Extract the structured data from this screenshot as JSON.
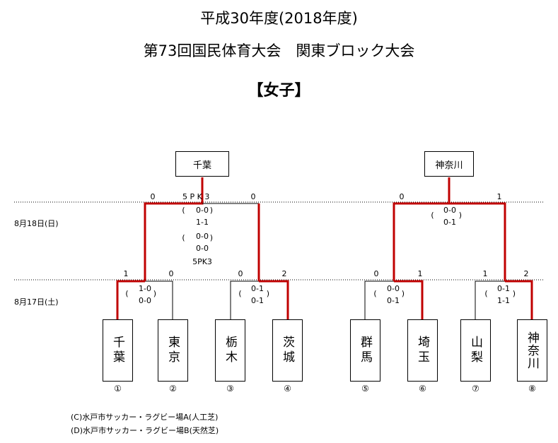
{
  "title_line1": "平成30年度(2018年度)",
  "title_line2": "第73回国民体育大会　関東ブロック大会",
  "title_line3": "【女子】",
  "winners": {
    "left": "千葉",
    "right": "神奈川"
  },
  "dates": {
    "day2": "8月18日(日)",
    "day1": "8月17日(土)"
  },
  "teams": [
    {
      "name": "千葉",
      "seed": "①"
    },
    {
      "name": "東京",
      "seed": "②"
    },
    {
      "name": "栃木",
      "seed": "③"
    },
    {
      "name": "茨城",
      "seed": "④"
    },
    {
      "name": "群馬",
      "seed": "⑤"
    },
    {
      "name": "埼玉",
      "seed": "⑥"
    },
    {
      "name": "山梨",
      "seed": "⑦"
    },
    {
      "name": "神奈川",
      "seed": "⑧"
    }
  ],
  "round1_scores": [
    {
      "a": "1",
      "b": "0",
      "h1": "1-0",
      "h2": "0-0"
    },
    {
      "a": "0",
      "b": "2",
      "h1": "0-1",
      "h2": "0-1"
    },
    {
      "a": "0",
      "b": "1",
      "h1": "0-0",
      "h2": "0-1"
    },
    {
      "a": "1",
      "b": "2",
      "h1": "0-1",
      "h2": "1-1"
    }
  ],
  "final_left": {
    "a": "0",
    "pk": "5 P K 3",
    "b": "0",
    "h1": "0-0",
    "h2": "1-1",
    "e1": "0-0",
    "e2": "0-0",
    "pk_text": "5PK3"
  },
  "final_right": {
    "a": "0",
    "b": "1",
    "h1": "0-0",
    "h2": "0-1"
  },
  "notes": [
    "(C)水戸市サッカー・ラグビー場A(人工芝)",
    "(D)水戸市サッカー・ラグビー場B(天然芝)"
  ],
  "colors": {
    "winner_line": "#c00000",
    "line": "#000000"
  }
}
